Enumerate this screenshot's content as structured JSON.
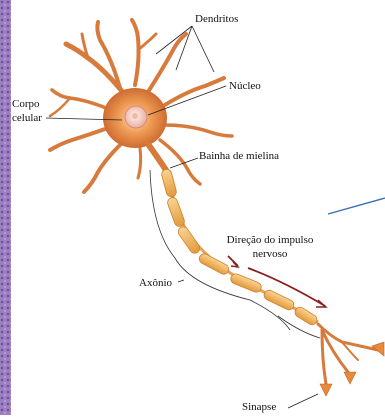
{
  "labels": {
    "dendrites": "Dendritos",
    "nucleus": "Núcleo",
    "cell_body_line1": "Corpo",
    "cell_body_line2": "celular",
    "myelin": "Bainha de mielina",
    "impulse_line1": "Direção do impulso",
    "impulse_line2": "nervoso",
    "axon": "Axônio",
    "synapse": "Sinapse"
  },
  "colors": {
    "background": "#ffffff",
    "left_strip": "#8f6fb3",
    "cell_body": "#e58a45",
    "nucleus": "#f7d0c0",
    "myelin": "#f3b460",
    "impulse_arrow": "#8b1e1e",
    "pointer_line": "#3b6fb6"
  }
}
